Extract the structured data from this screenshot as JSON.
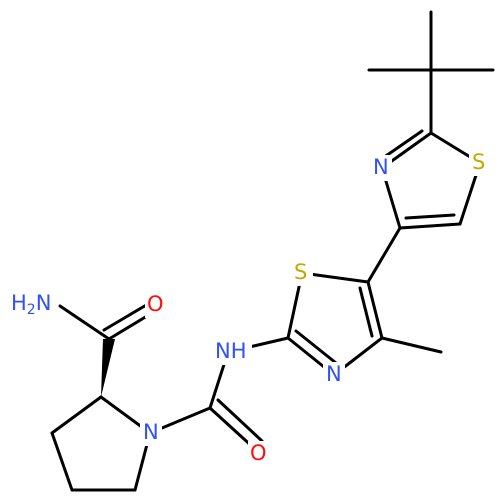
{
  "colors": {
    "bond": "#000000",
    "nitrogen": "#3050F8",
    "oxygen": "#FF0D0D",
    "sulfur": "#C6A800",
    "background": "#FFFFFF"
  },
  "atoms": {
    "amide_nh2": {
      "main": "H",
      "sub": "2",
      "suffix": "N"
    },
    "amide_oxygen": "O",
    "pyrrolidine_nitrogen": "N",
    "urea_oxygen": "O",
    "urea_nh": "NH",
    "thiazole_a_sulfur": "S",
    "thiazole_a_nitrogen": "N",
    "thiazole_b_nitrogen": "N",
    "thiazole_b_sulfur": "S"
  }
}
